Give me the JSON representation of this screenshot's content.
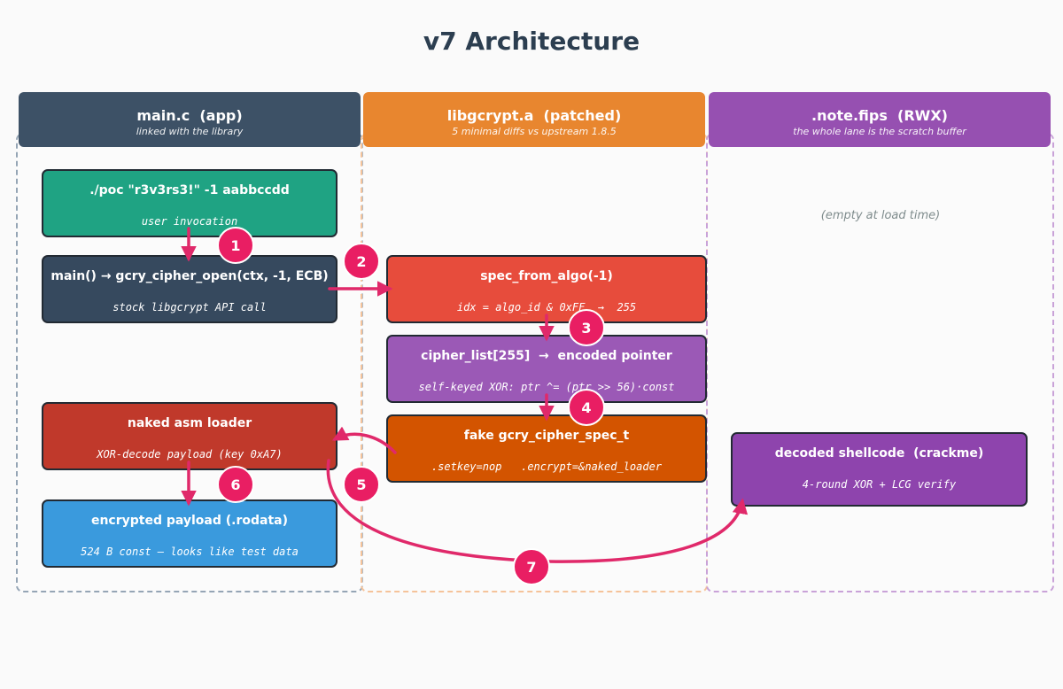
{
  "title": "v7 Architecture",
  "lanes": {
    "app": {
      "title": "main.c  (app)",
      "subtitle": "linked with the library"
    },
    "lib": {
      "title": "libgcrypt.a  (patched)",
      "subtitle": "5 minimal diffs  vs  upstream 1.8.5"
    },
    "fips": {
      "title": ".note.fips  (RWX)",
      "subtitle": "the whole lane is the scratch buffer",
      "empty_note": "(empty at load time)"
    }
  },
  "boxes": {
    "poc": {
      "title": "./poc \"r3v3rs3!\" -1 aabbccdd",
      "subtitle": "user invocation"
    },
    "main": {
      "title": "main() → gcry_cipher_open(ctx, -1, ECB)",
      "subtitle": "stock libgcrypt API call"
    },
    "loader": {
      "title": "naked asm loader",
      "subtitle": "XOR-decode payload (key 0xA7)"
    },
    "payload": {
      "title": "encrypted payload (.rodata)",
      "subtitle": "524 B const — looks like test data"
    },
    "spec": {
      "title": "spec_from_algo(-1)",
      "subtitle": "idx = algo_id & 0xFF  →  255"
    },
    "cipher_list": {
      "title": "cipher_list[255]  →  encoded pointer",
      "subtitle": "self-keyed XOR: ptr ^= (ptr >> 56)·const"
    },
    "fake_spec": {
      "title": "fake gcry_cipher_spec_t",
      "subtitle": ".setkey=nop   .encrypt=&naked_loader"
    },
    "shellcode": {
      "title": "decoded shellcode  (crackme)",
      "subtitle": "4-round XOR + LCG verify"
    }
  },
  "steps": [
    "1",
    "2",
    "3",
    "4",
    "5",
    "6",
    "7"
  ],
  "colors": {
    "app_header": "#3d5166",
    "lib_header": "#e8862f",
    "fips_header": "#9650b1",
    "arrow": "#e0296a",
    "badge": "#e91e63"
  }
}
